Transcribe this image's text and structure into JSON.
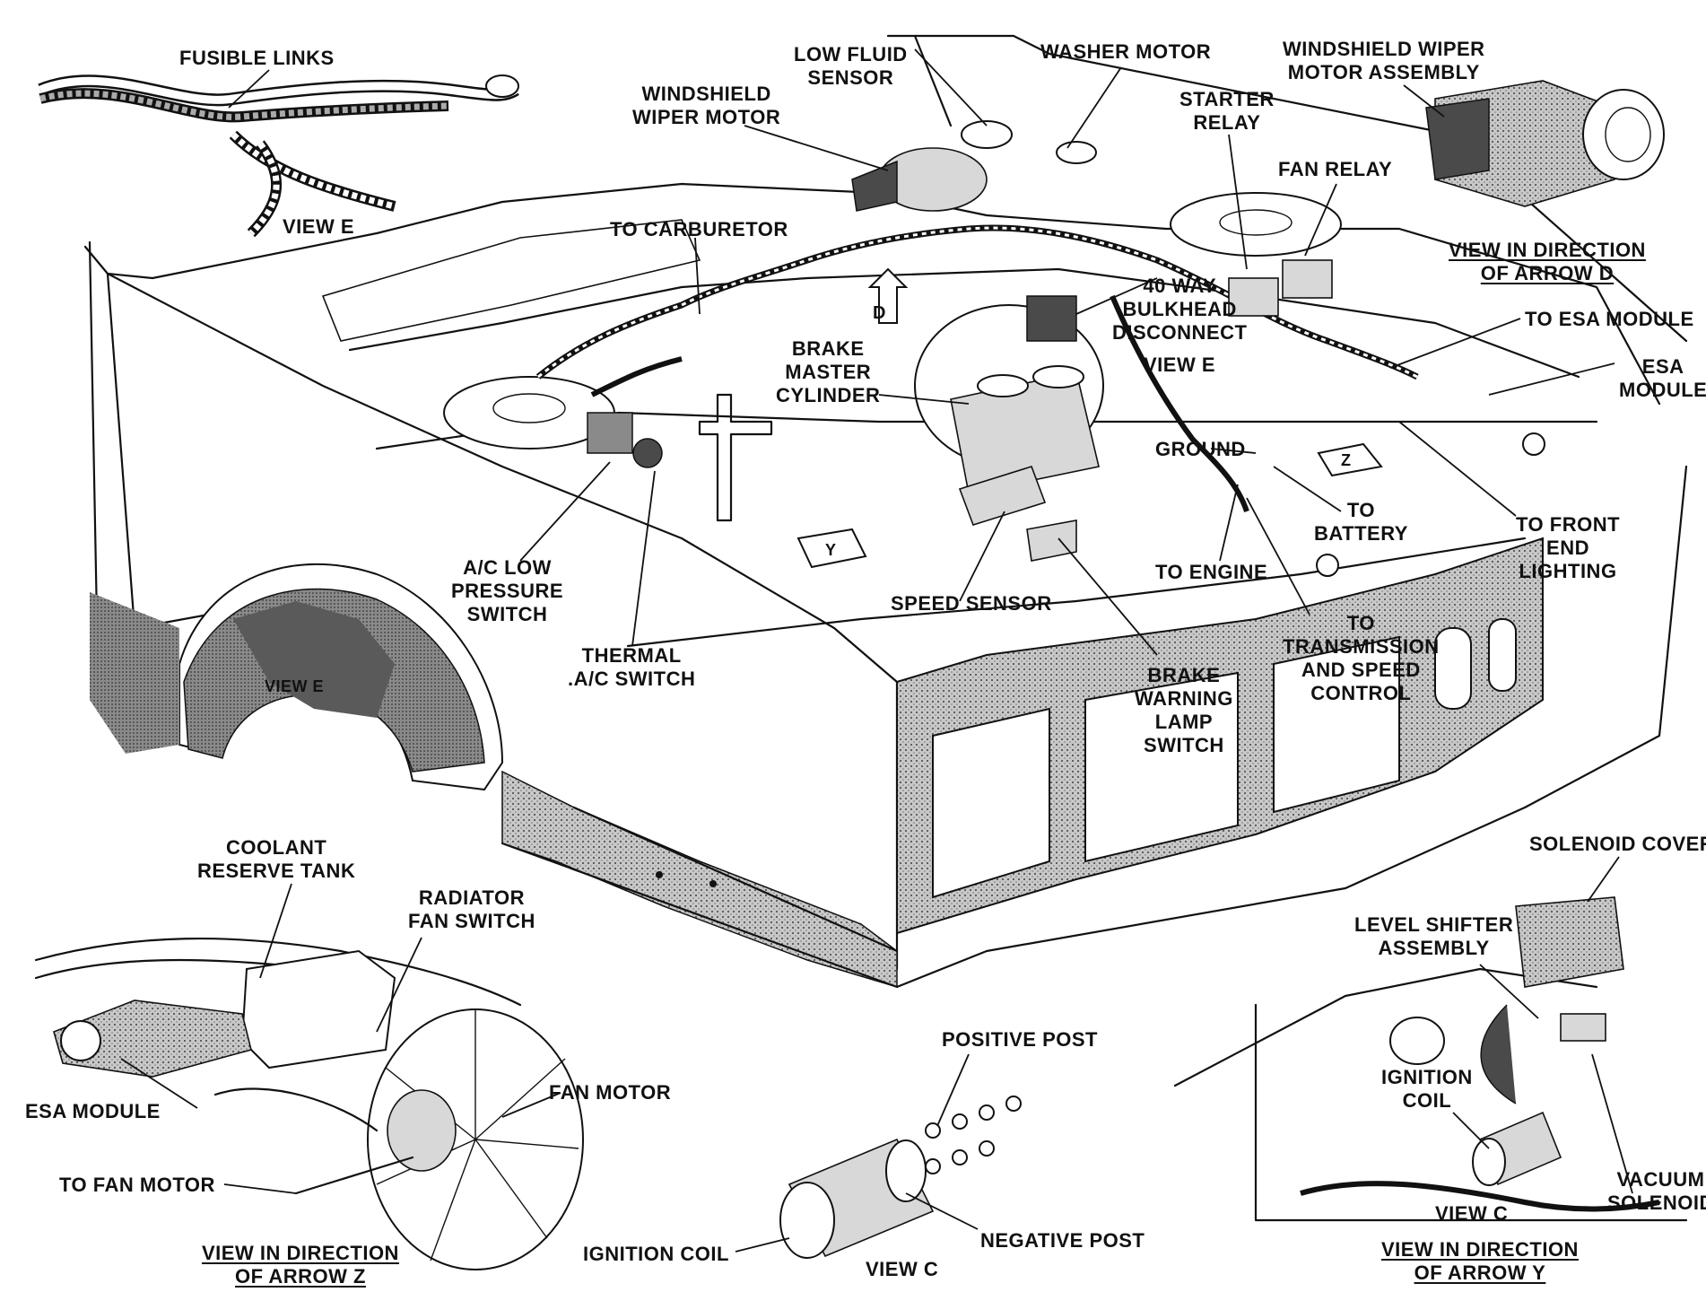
{
  "labels": {
    "fusible_links": "FUSIBLE LINKS",
    "view_e_top": "VIEW E",
    "low_fluid_sensor": [
      "LOW FLUID",
      "SENSOR"
    ],
    "washer_motor": "WASHER MOTOR",
    "windshield_wiper_motor_assembly": [
      "WINDSHIELD WIPER",
      "MOTOR ASSEMBLY"
    ],
    "windshield_wiper_motor": [
      "WINDSHIELD",
      "WIPER MOTOR"
    ],
    "starter_relay": [
      "STARTER",
      "RELAY"
    ],
    "fan_relay": "FAN RELAY",
    "view_arrow_d": [
      "VIEW IN DIRECTION",
      "OF ARROW D"
    ],
    "to_carburetor": "TO CARBURETOR",
    "bulkhead_disconnect": [
      "40 WAY",
      "BULKHEAD",
      "DISCONNECT"
    ],
    "view_e_mid": "VIEW E",
    "to_esa_module": "TO ESA MODULE",
    "esa_module_right": [
      "ESA",
      "MODULE"
    ],
    "brake_master_cylinder": [
      "BRAKE",
      "MASTER",
      "CYLINDER"
    ],
    "ground": "GROUND",
    "to_battery": [
      "TO",
      "BATTERY"
    ],
    "to_front_end_lighting": [
      "TO FRONT",
      "END",
      "LIGHTING"
    ],
    "ac_low_pressure_switch": [
      "A/C LOW",
      "PRESSURE",
      "SWITCH"
    ],
    "thermal_ac_switch": [
      "THERMAL",
      ".A/C SWITCH"
    ],
    "speed_sensor": "SPEED SENSOR",
    "to_engine": "TO ENGINE",
    "to_transmission": [
      "TO",
      "TRANSMISSION",
      "AND SPEED",
      "CONTROL"
    ],
    "brake_warning_lamp_switch": [
      "BRAKE",
      "WARNING",
      "LAMP",
      "SWITCH"
    ],
    "view_e_wheel": "VIEW E",
    "coolant_reserve_tank": [
      "COOLANT",
      "RESERVE TANK"
    ],
    "radiator_fan_switch": [
      "RADIATOR",
      "FAN SWITCH"
    ],
    "fan_motor": "FAN MOTOR",
    "esa_module_left": "ESA MODULE",
    "to_fan_motor": "TO FAN MOTOR",
    "view_arrow_z": [
      "VIEW IN DIRECTION",
      "OF ARROW Z"
    ],
    "positive_post": "POSITIVE POST",
    "ignition_coil_bottom": "IGNITION COIL",
    "negative_post": "NEGATIVE POST",
    "view_c_bottom": "VIEW C",
    "solenoid_cover": "SOLENOID COVER",
    "level_shifter_assembly": [
      "LEVEL SHIFTER",
      "ASSEMBLY"
    ],
    "ignition_coil_right": [
      "IGNITION",
      "COIL"
    ],
    "vacuum_solenoid": [
      "VACUUM",
      "SOLENOID"
    ],
    "view_c_right": "VIEW C",
    "view_arrow_y": [
      "VIEW IN DIRECTION",
      "OF ARROW Y"
    ]
  },
  "arrows": {
    "d": "D",
    "y": "Y",
    "z": "Z"
  }
}
